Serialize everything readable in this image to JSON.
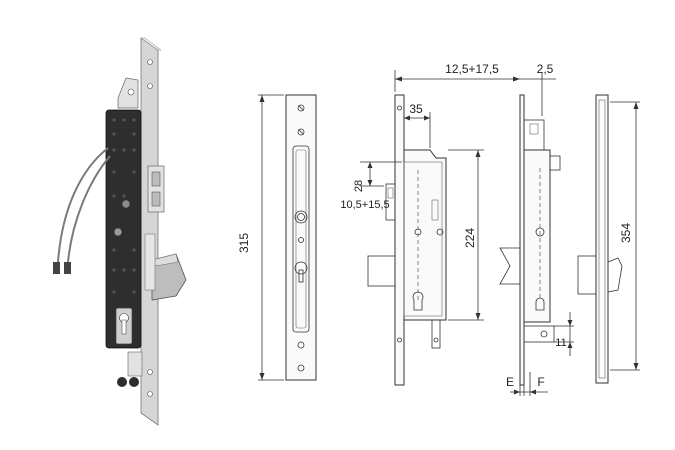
{
  "dimensions": {
    "height_faceplate": "315",
    "depth_total": "12,5+17,5",
    "offset_top": "2,5",
    "backset": "35",
    "latch_offset": "28",
    "latch_range": "10,5+15,5",
    "body_height": "224",
    "overall_height": "354",
    "bottom_detail": "11",
    "label_e": "E",
    "label_f": "F"
  },
  "colors": {
    "body_dark": "#2e2e2e",
    "metal_light": "#d9d9d9",
    "line": "#333333",
    "wire": "#7a7a7a"
  }
}
